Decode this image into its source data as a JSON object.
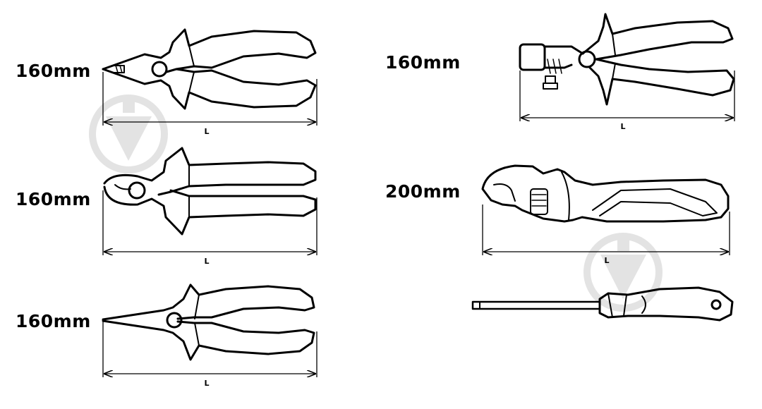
{
  "tools": [
    {
      "name": "combination-pliers",
      "size": "160mm",
      "dimension": "L"
    },
    {
      "name": "wire-stripper-pliers",
      "size": "160mm",
      "dimension": "L"
    },
    {
      "name": "cable-cutter",
      "size": "160mm",
      "dimension": "L"
    },
    {
      "name": "adjustable-wrench",
      "size": "200mm",
      "dimension": "L"
    },
    {
      "name": "long-nose-pliers",
      "size": "160mm",
      "dimension": "L"
    },
    {
      "name": "screwdriver"
    }
  ],
  "colors": {
    "line": "#000000",
    "watermark": "#e3e3e3",
    "background": "#ffffff"
  }
}
